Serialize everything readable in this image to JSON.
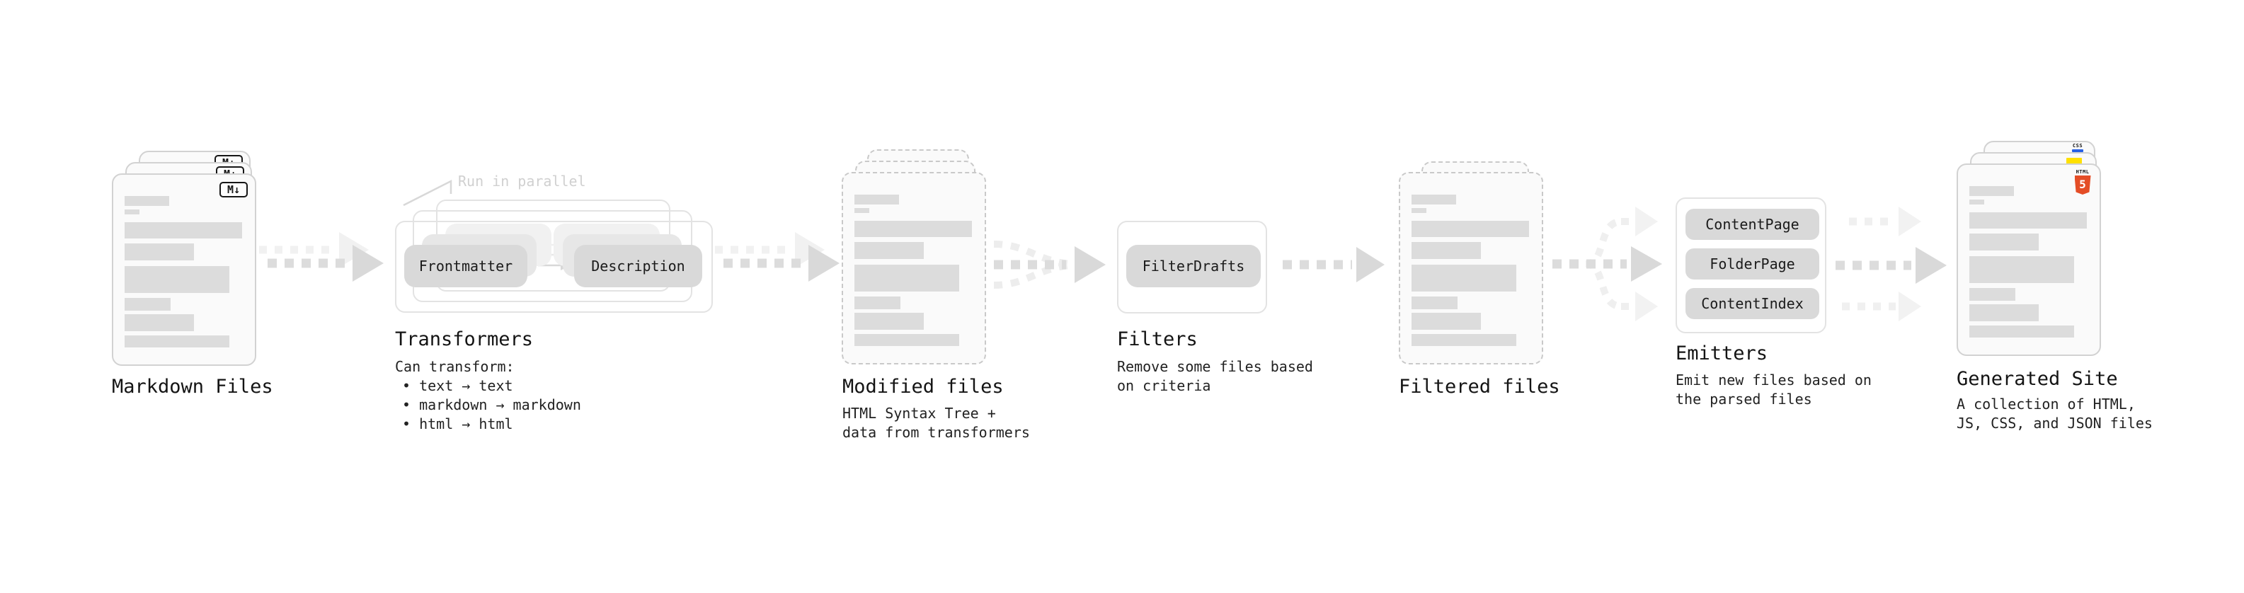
{
  "markdown": {
    "label": "Markdown Files"
  },
  "transformers": {
    "title": "Transformers",
    "callout": "Run in parallel",
    "pill_left": "Frontmatter",
    "pill_right": "Description",
    "desc_title": "Can transform:",
    "bullets": [
      "• text → text",
      "• markdown → markdown",
      "• html → html"
    ]
  },
  "modified": {
    "label": "Modified files",
    "desc": [
      "HTML Syntax Tree +",
      "data from transformers"
    ]
  },
  "filters": {
    "title": "Filters",
    "pill": "FilterDrafts",
    "desc": [
      "Remove some files based",
      "on criteria"
    ]
  },
  "filtered": {
    "label": "Filtered files"
  },
  "emitters": {
    "title": "Emitters",
    "pills": [
      "ContentPage",
      "FolderPage",
      "ContentIndex"
    ],
    "desc": [
      "Emit new files based on",
      "the parsed files"
    ]
  },
  "generated": {
    "label": "Generated Site",
    "desc": [
      "A collection of HTML,",
      "JS, CSS, and JSON files"
    ]
  },
  "icons": {
    "markdown": "M↓",
    "css_word": "CSS",
    "html_word": "HTML",
    "html_five": "5"
  },
  "colors": {
    "html5_orange": "#e44d26",
    "js_yellow": "#ffe000",
    "css_blue": "#2760e6",
    "pill_gray": "#d9d9d9",
    "doc_bar_gray": "#dcdcdc",
    "arrow_gray": "#d9d9d9",
    "arrow_ghost_gray": "#f1f1f1",
    "callout_gray": "#d0d0d0"
  }
}
